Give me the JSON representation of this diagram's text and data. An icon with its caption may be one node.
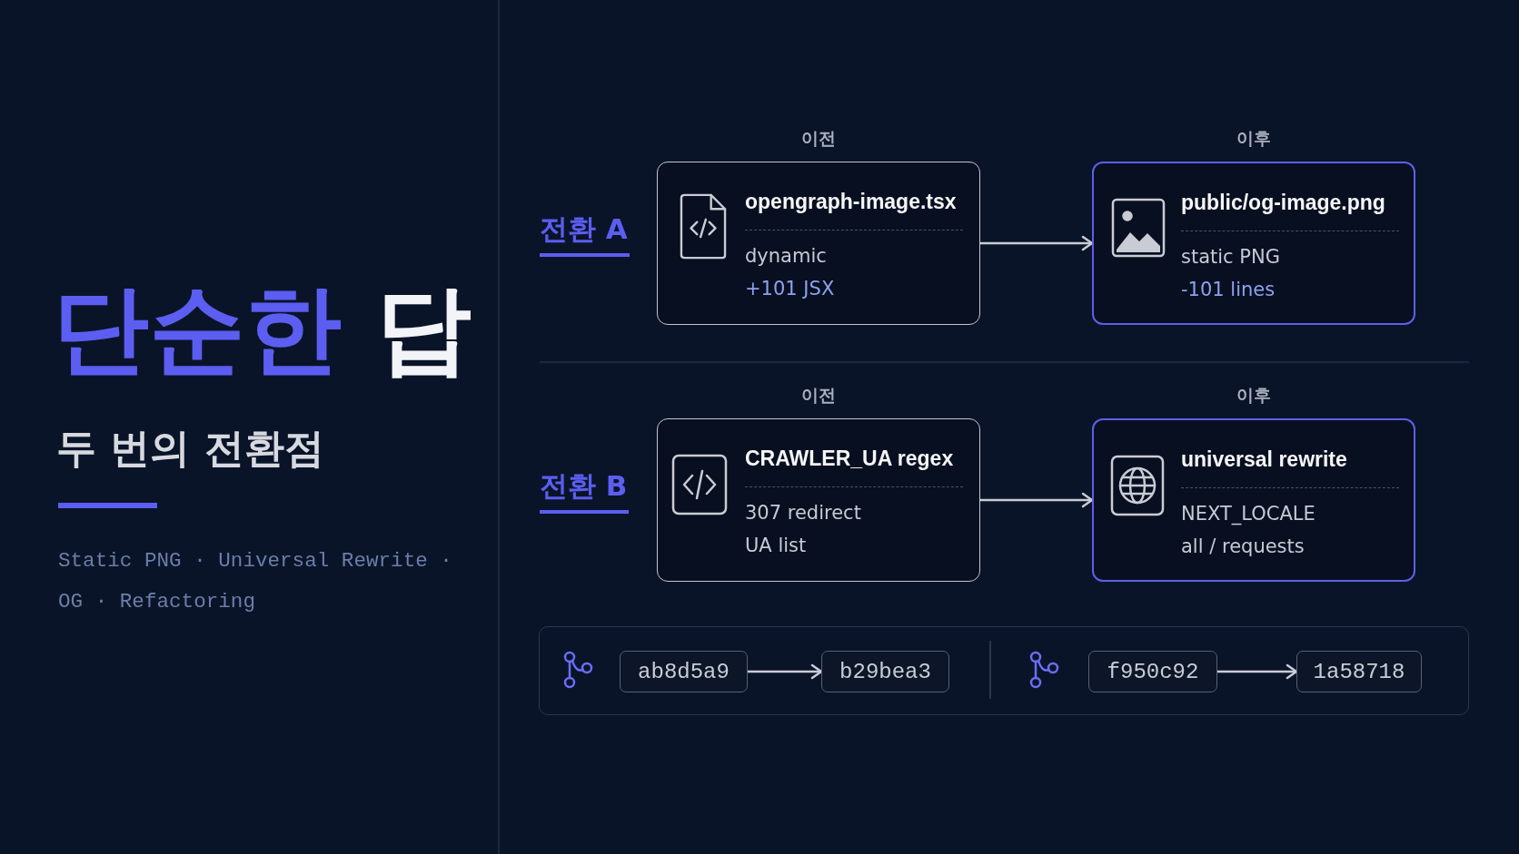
{
  "diagram": {
    "title": "단순한 답",
    "nodes": [
      {
        "text": [
          "이전",
          "opengraph-image.tsx",
          "dynamic",
          "+101 JSX"
        ]
      },
      {
        "text": [
          "이후",
          "public/og-image.png",
          "static PNG",
          "-101 lines"
        ]
      },
      {
        "text": [
          "이전",
          "CRAWLER_UA regex",
          "307 redirect",
          "UA list"
        ]
      },
      {
        "text": [
          "이후",
          "universal rewrite",
          "NEXT_LOCALE",
          "all / requests"
        ]
      },
      {
        "text": [],
        "shape": "box"
      },
      {
        "text": [
          "ab8d5a9"
        ],
        "in": 4
      },
      {
        "text": [
          "b29bea3"
        ],
        "in": 4
      },
      {
        "text": [
          "f950c92"
        ],
        "in": 4
      },
      {
        "text": [
          "1a58718"
        ],
        "in": 4
      }
    ],
    "edges": [
      {
        "from": 0,
        "to": 1,
        "arrow": "to"
      },
      {
        "from": 2,
        "to": 3,
        "arrow": "to"
      },
      {
        "from": 5,
        "to": 6,
        "arrow": "to"
      },
      {
        "from": 7,
        "to": 8,
        "arrow": "to"
      }
    ],
    "labels": [
      "두 번의 전환점",
      "Static PNG · Universal Rewrite · OG · Refactoring",
      "전환 A",
      "전환 B"
    ]
  }
}
